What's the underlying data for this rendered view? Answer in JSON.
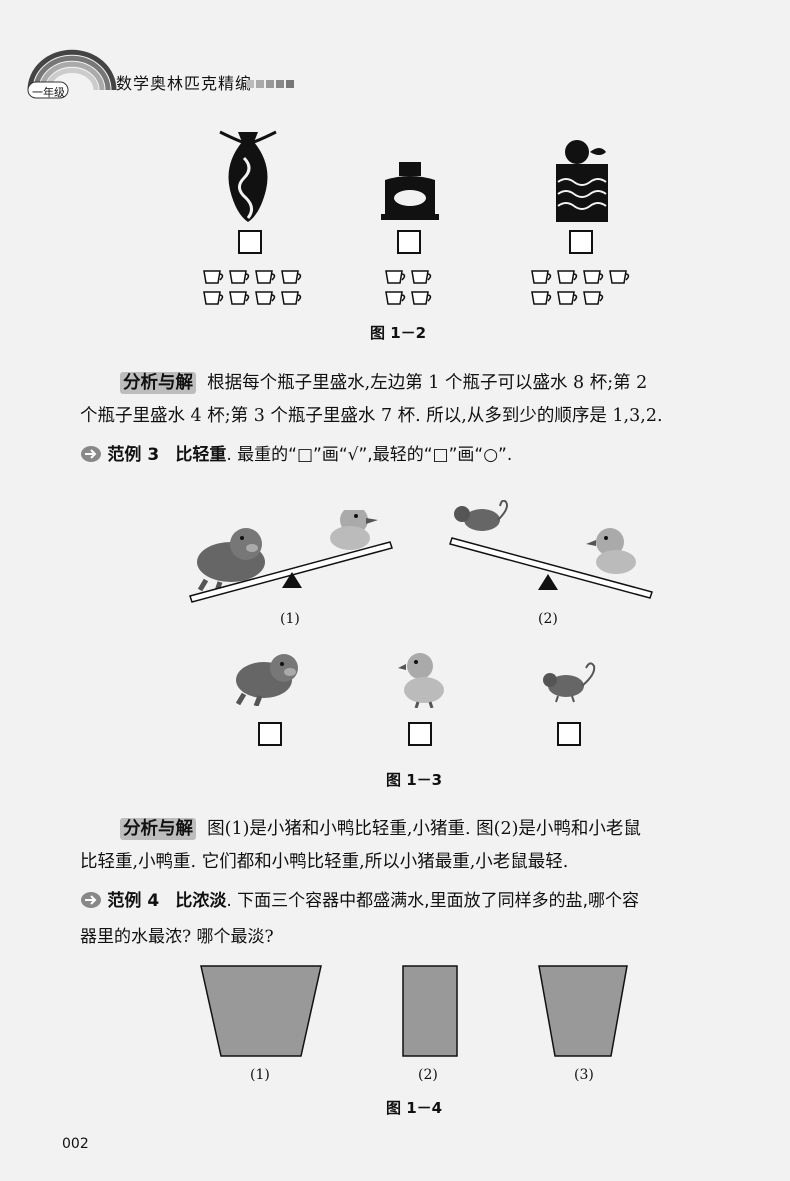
{
  "header": {
    "title": "数学奥林匹克精编",
    "grade": "一年级",
    "colors": {
      "rainbow": [
        "#555555",
        "#888888",
        "#aaaaaa",
        "#cccccc"
      ]
    }
  },
  "figure_1_2": {
    "caption": "图 1－2",
    "vessels": [
      {
        "name": "vase",
        "cups": 8
      },
      {
        "name": "short-bottle",
        "cups": 4
      },
      {
        "name": "jar",
        "cups": 7
      }
    ]
  },
  "analysis_1": {
    "tag": "分析与解",
    "text_line1": "根据每个瓶子里盛水,左边第 1 个瓶子可以盛水 8 杯;第 2",
    "text_line2": "个瓶子里盛水 4 杯;第 3 个瓶子里盛水 7 杯. 所以,从多到少的顺序是 1,3,2."
  },
  "example_3": {
    "label": "范例 3",
    "title": "比轻重",
    "text": ". 最重的“□”画“√”,最轻的“□”画“○”."
  },
  "figure_1_3": {
    "caption": "图 1－3",
    "seesaw_labels": [
      "(1)",
      "(2)"
    ],
    "animals": [
      "pig",
      "duck",
      "mouse"
    ]
  },
  "analysis_2": {
    "tag": "分析与解",
    "text_line1": "图(1)是小猪和小鸭比轻重,小猪重. 图(2)是小鸭和小老鼠",
    "text_line2": "比轻重,小鸭重. 它们都和小鸭比轻重,所以小猪最重,小老鼠最轻."
  },
  "example_4": {
    "label": "范例 4",
    "title": "比浓淡",
    "text_line1": ". 下面三个容器中都盛满水,里面放了同样多的盐,哪个容",
    "text_line2": "器里的水最浓? 哪个最淡?"
  },
  "figure_1_4": {
    "caption": "图 1－4",
    "labels": [
      "(1)",
      "(2)",
      "(3)"
    ],
    "fill_color": "#999999"
  },
  "page_number": "002"
}
